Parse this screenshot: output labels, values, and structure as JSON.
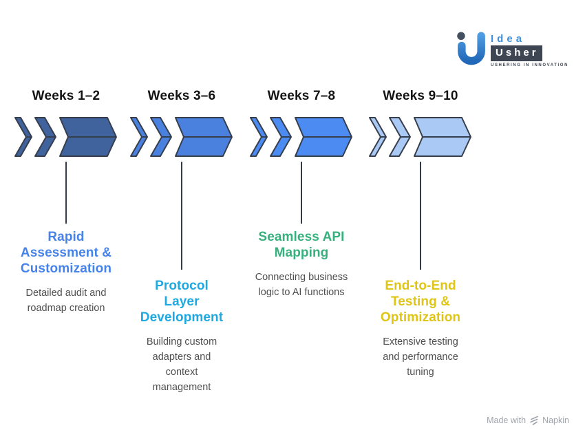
{
  "logo": {
    "brand_top": "Idea",
    "brand_bottom": "Usher",
    "tagline": "USHERING IN INNOVATION"
  },
  "footer": {
    "made_with": "Made with",
    "brand": "Napkin"
  },
  "icons": {
    "u_mark": "idea-usher-u-mark",
    "chevrons": "triple-chevron-arrow",
    "napkin": "napkin-scribble"
  },
  "colors": {
    "chevron_outline": "#363E4C",
    "connector_line": "#333B49",
    "week_label": "#131313",
    "description_text": "#4E4E4E"
  },
  "columns": [
    {
      "week": "Weeks 1–2",
      "chevron_fill": "#40639E",
      "title_color": "#4583E8",
      "title_lines": [
        "Rapid",
        "Assessment &",
        "Customization"
      ],
      "desc_lines": [
        "Detailed audit and",
        "roadmap creation"
      ]
    },
    {
      "week": "Weeks 3–6",
      "chevron_fill": "#4A80DE",
      "title_color": "#1FA9E0",
      "title_lines": [
        "Protocol",
        "Layer",
        "Development"
      ],
      "desc_lines": [
        "Building custom",
        "adapters and",
        "context",
        "management"
      ]
    },
    {
      "week": "Weeks 7–8",
      "chevron_fill": "#4C8BF2",
      "title_color": "#36B17E",
      "title_lines": [
        "Seamless API",
        "Mapping"
      ],
      "desc_lines": [
        "Connecting business",
        "logic to AI functions"
      ]
    },
    {
      "week": "Weeks 9–10",
      "chevron_fill": "#ABC9F5",
      "title_color": "#DFC515",
      "title_lines": [
        "End-to-End",
        "Testing &",
        "Optimization"
      ],
      "desc_lines": [
        "Extensive testing",
        "and performance",
        "tuning"
      ]
    }
  ]
}
